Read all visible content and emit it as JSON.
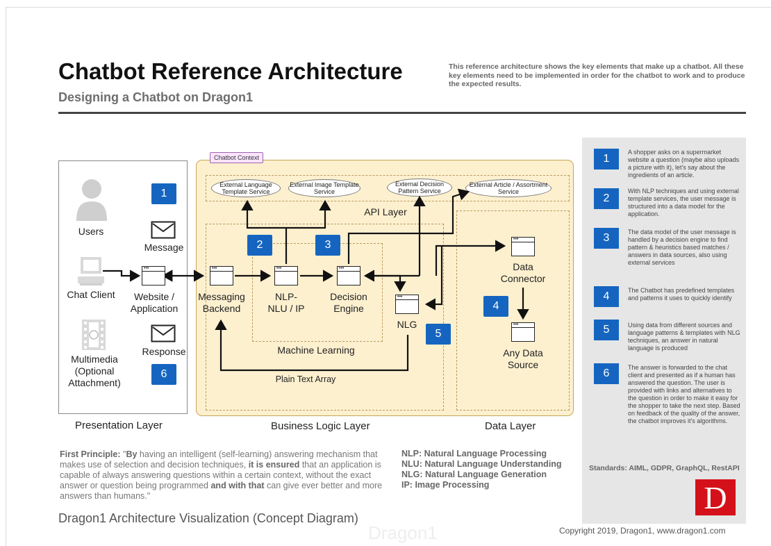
{
  "header": {
    "title": "Chatbot Reference Architecture",
    "subtitle": "Designing a Chatbot on Dragon1",
    "intro": "This reference architecture shows the key elements that make up a chatbot. All these key elements need to be implemented in order for the chatbot to work and to produce the expected results."
  },
  "diagram": {
    "context_tag": "Chatbot Context",
    "api_layer": "API Layer",
    "machine_learning": "Machine Learning",
    "plain_text_array": "Plain Text Array",
    "external_services": [
      "External Language Template Service",
      "External Image Template Service",
      "External Decision Pattern Service",
      "External Article / Assortment Service"
    ],
    "nodes": {
      "users": "Users",
      "message": "Message",
      "chat_client": "Chat Client",
      "website": "Website / Application",
      "multimedia": "Multimedia (Optional Attachment)",
      "response": "Response",
      "messaging_backend": "Messaging Backend",
      "nlp": "NLP- NLU / IP",
      "decision_engine": "Decision Engine",
      "nlg": "NLG",
      "data_connector": "Data Connector",
      "any_data_source": "Any Data Source"
    },
    "layers": {
      "presentation": "Presentation Layer",
      "business": "Business Logic Layer",
      "data": "Data Layer"
    },
    "badges": [
      "1",
      "2",
      "3",
      "4",
      "5",
      "6"
    ]
  },
  "steps": [
    {
      "num": "1",
      "text": "A shopper asks on a supermarket website a question (maybe also uploads a picture with it), let's say about the ingredients of an article."
    },
    {
      "num": "2",
      "text": "With NLP techniques and using external template services, the user message is structured into a data model for the application."
    },
    {
      "num": "3",
      "text": "The data model of the user message is handled by a decision engine to find pattern & heuristics based matches / answers in data sources, also using external services"
    },
    {
      "num": "4",
      "text": "The Chatbot has predefined templates and patterns it uses to quickly identify"
    },
    {
      "num": "5",
      "text": "Using data from different sources and language patterns & templates with NLG techniques, an answer in natural language is produced"
    },
    {
      "num": "6",
      "text": "The answer is forwarded to the chat client and presented as if a human has answered the question. The user is provided with links and alternatives to the question in order to make it easy for the shopper to take the next step. Based on feedback of the quality of the answer, the chatbot improves it's algorithms."
    }
  ],
  "standards": "Standards: AIML, GDPR, GraphQL, RestAPI",
  "logo_letter": "D",
  "principle": {
    "label": "First Principle:",
    "q1": "\"",
    "b1": "By",
    "t1": " having an intelligent (self-learning) answering mechanism that makes use of selection and decision techniques, ",
    "b2": "it is ensured",
    "t2": " that an application is capable of always answering questions within a certain context, without the exact answer or question being programmed ",
    "b3": "and with that",
    "t3": " can give ever better and more answers than humans.\""
  },
  "definitions": [
    "NLP: Natural Language Processing",
    "NLU: Natural Language Understanding",
    "NLG: Natural Language Generation",
    "IP: Image Processing"
  ],
  "footer": {
    "left": "Dragon1 Architecture Visualization (Concept Diagram)",
    "right": "Copyright 2019, Dragon1, www.dragon1.com",
    "watermark": "Dragon1"
  },
  "colors": {
    "badge": "#1565c0",
    "business_fill": "#fdf0cf",
    "panel": "#e6e6e6",
    "logo": "#d4111a"
  }
}
